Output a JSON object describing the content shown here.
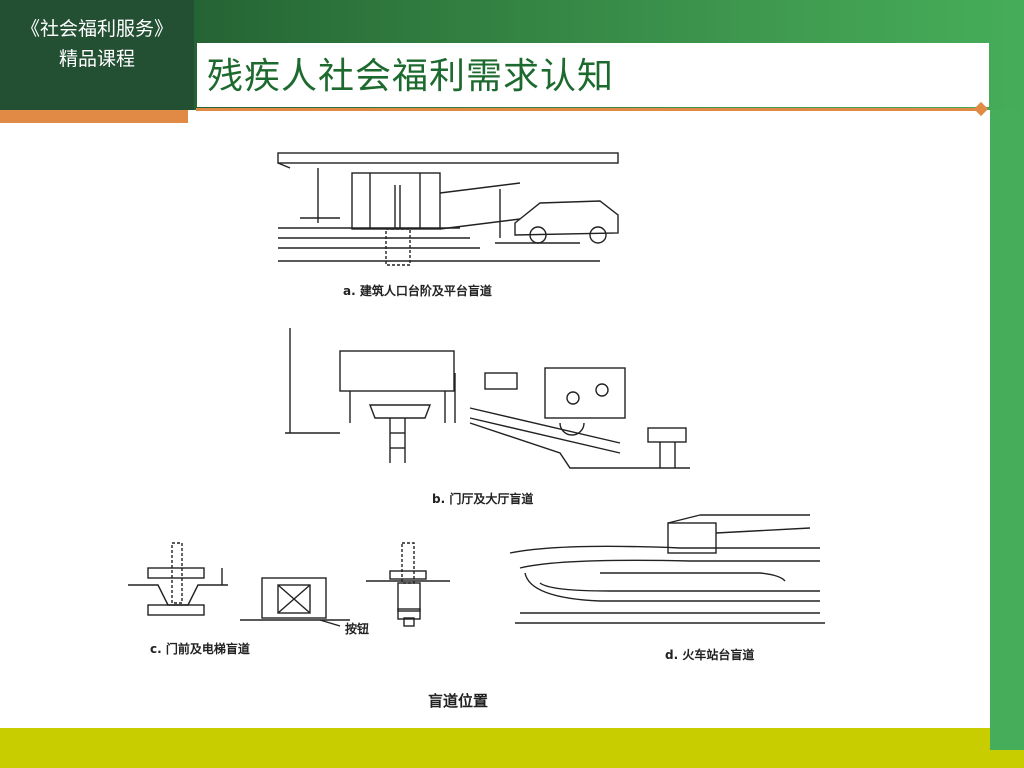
{
  "header": {
    "course_name_line1": "《社会福利服务》",
    "course_name_line2": "精品课程",
    "slide_title": "残疾人社会福利需求认知"
  },
  "figure": {
    "caption_a": "a. 建筑人口台阶及平台盲道",
    "caption_b": "b. 门厅及大厅盲道",
    "caption_c": "c. 门前及电梯盲道",
    "caption_d": "d. 火车站台盲道",
    "label_button": "按钮",
    "main_caption": "盲道位置"
  },
  "colors": {
    "dark_green": "#234f33",
    "green": "#46ad5a",
    "title_green": "#1d6a2e",
    "orange": "#e08a45",
    "yellow_green": "#c8cd00"
  }
}
